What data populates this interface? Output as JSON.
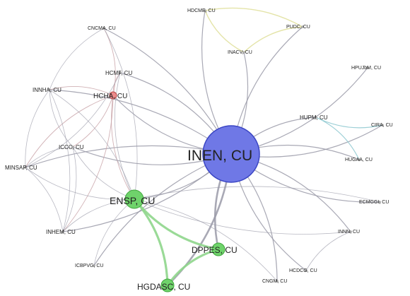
{
  "graph": {
    "nodes": [
      {
        "id": "INEN",
        "label": "INEN, CU",
        "group": "hub"
      },
      {
        "id": "ENSP",
        "label": "ENSP, CU",
        "group": "green"
      },
      {
        "id": "DPPES",
        "label": "DPPES, CU",
        "group": "green"
      },
      {
        "id": "HGDASC",
        "label": "HGDASC, CU",
        "group": "green"
      },
      {
        "id": "HCHA",
        "label": "HCHA, CU",
        "group": "red"
      },
      {
        "id": "HCMF",
        "label": "HCMF, CU",
        "group": "plain"
      },
      {
        "id": "INNHA",
        "label": "INNHA, CU",
        "group": "plain"
      },
      {
        "id": "ICCC",
        "label": "ICCC, CU",
        "group": "plain"
      },
      {
        "id": "MINSAP",
        "label": "MINSAP, CU",
        "group": "plain"
      },
      {
        "id": "INHEM",
        "label": "INHEM, CU",
        "group": "plain"
      },
      {
        "id": "CNCMA",
        "label": "CNCMA, CU",
        "group": "plain"
      },
      {
        "id": "HDCME",
        "label": "HDCME, CU",
        "group": "plain"
      },
      {
        "id": "PUDC",
        "label": "PUDC, CU",
        "group": "plain"
      },
      {
        "id": "INACV",
        "label": "INACV, CU",
        "group": "plain"
      },
      {
        "id": "HPUJBM",
        "label": "HPUJbM, CU",
        "group": "plain"
      },
      {
        "id": "HUPM",
        "label": "HUPM, CU",
        "group": "plain"
      },
      {
        "id": "CIRA",
        "label": "CIRA, CU",
        "group": "plain"
      },
      {
        "id": "HUGAA",
        "label": "HUGAA, CU",
        "group": "plain"
      },
      {
        "id": "ECMGGI",
        "label": "ECMGGI, CU",
        "group": "plain"
      },
      {
        "id": "INNN",
        "label": "INNN, CU",
        "group": "plain"
      },
      {
        "id": "HCDCG",
        "label": "HCDCG, CU",
        "group": "plain"
      },
      {
        "id": "CNGM",
        "label": "CNGM, CU",
        "group": "plain"
      },
      {
        "id": "ICBPVG",
        "label": "ICBPVG, CU",
        "group": "plain"
      }
    ],
    "edges": [
      [
        "INEN",
        "HCMF"
      ],
      [
        "INEN",
        "HCHA"
      ],
      [
        "INEN",
        "INNHA"
      ],
      [
        "INEN",
        "ICCC"
      ],
      [
        "INEN",
        "MINSAP"
      ],
      [
        "INEN",
        "INHEM"
      ],
      [
        "INEN",
        "CNCMA"
      ],
      [
        "INEN",
        "HDCME"
      ],
      [
        "INEN",
        "INACV"
      ],
      [
        "INEN",
        "PUDC"
      ],
      [
        "INEN",
        "HPUJBM"
      ],
      [
        "INEN",
        "HUPM"
      ],
      [
        "INEN",
        "CIRA"
      ],
      [
        "INEN",
        "HUGAA"
      ],
      [
        "INEN",
        "ECMGGI"
      ],
      [
        "INEN",
        "INNN"
      ],
      [
        "INEN",
        "HCDCG"
      ],
      [
        "INEN",
        "CNGM"
      ],
      [
        "INEN",
        "ICBPVG"
      ],
      [
        "INEN",
        "ENSP"
      ],
      [
        "INEN",
        "DPPES"
      ],
      [
        "INEN",
        "HGDASC"
      ],
      [
        "ENSP",
        "DPPES"
      ],
      [
        "ENSP",
        "HGDASC"
      ],
      [
        "DPPES",
        "HGDASC"
      ],
      [
        "HDCME",
        "PUDC"
      ],
      [
        "HDCME",
        "INACV"
      ],
      [
        "INACV",
        "PUDC"
      ],
      [
        "HUPM",
        "CIRA"
      ],
      [
        "HUPM",
        "HUGAA"
      ],
      [
        "INNN",
        "HCDCG"
      ],
      [
        "CNCMA",
        "HCHA"
      ],
      [
        "CNCMA",
        "INNHA"
      ],
      [
        "CNCMA",
        "ENSP"
      ],
      [
        "HCHA",
        "INNHA"
      ],
      [
        "HCHA",
        "ICCC"
      ],
      [
        "HCHA",
        "MINSAP"
      ],
      [
        "HCHA",
        "INHEM"
      ],
      [
        "HCHA",
        "ENSP"
      ],
      [
        "HCHA",
        "HCMF"
      ],
      [
        "HCMF",
        "ENSP"
      ],
      [
        "HCMF",
        "MINSAP"
      ],
      [
        "INNHA",
        "MINSAP"
      ],
      [
        "INNHA",
        "INHEM"
      ],
      [
        "INNHA",
        "ICCC"
      ],
      [
        "INNHA",
        "ENSP"
      ],
      [
        "ICCC",
        "MINSAP"
      ],
      [
        "ICCC",
        "INHEM"
      ],
      [
        "ICCC",
        "ENSP"
      ],
      [
        "MINSAP",
        "INHEM"
      ],
      [
        "MINSAP",
        "ENSP"
      ],
      [
        "INHEM",
        "ENSP"
      ],
      [
        "ENSP",
        "ICBPVG"
      ],
      [
        "ENSP",
        "CNGM"
      ],
      [
        "ENSP",
        "INNN"
      ],
      [
        "ENSP",
        "ECMGGI"
      ]
    ],
    "colors": {
      "hub_fill": "#6f78e6",
      "hub_stroke": "#3b46c4",
      "green_fill": "#6fd36b",
      "green_stroke": "#3fa63c",
      "red_fill": "#ec8a8a",
      "red_stroke": "#b84a4a",
      "edge_default": "#9a9aa8",
      "edge_green": "#8fd68c",
      "edge_yellow": "#e4e4a8",
      "edge_teal": "#9ccfd6",
      "edge_red": "#c9a3a8"
    }
  }
}
